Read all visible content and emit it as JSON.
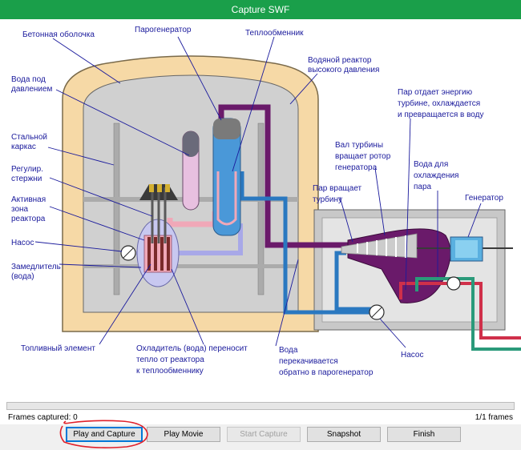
{
  "window": {
    "title": "Capture SWF"
  },
  "diagram": {
    "labels": {
      "concrete_shell": "Бетонная оболочка",
      "steam_generator": "Парогенератор",
      "heat_exchanger": "Теплообменник",
      "pwr_line1": "Водяной реактор",
      "pwr_line2": "высокого давления",
      "pressurized_water_line1": "Вода под",
      "pressurized_water_line2": "давлением",
      "steam_gives_line1": "Пар отдает энергию",
      "steam_gives_line2": "турбине, охлаждается",
      "steam_gives_line3": "и превращается в воду",
      "steel_frame_line1": "Стальной",
      "steel_frame_line2": "каркас",
      "turbine_shaft_line1": "Вал турбины",
      "turbine_shaft_line2": "вращает ротор",
      "turbine_shaft_line3": "генератора",
      "control_rods_line1": "Регулир.",
      "control_rods_line2": "стержни",
      "cooling_water_line1": "Вода для",
      "cooling_water_line2": "охлаждения",
      "cooling_water_line3": "пара",
      "steam_rotates_line1": "Пар вращает",
      "steam_rotates_line2": "турбину",
      "generator": "Генератор",
      "active_zone_line1": "Активная",
      "active_zone_line2": "зона",
      "active_zone_line3": "реактора",
      "pump_left": "Насос",
      "moderator_line1": "Замедлитель",
      "moderator_line2": "(вода)",
      "fuel_element": "Топливный элемент",
      "coolant_line1": "Охладитель (вода) переносит",
      "coolant_line2": "тепло от реактора",
      "coolant_line3": "к теплообменнику",
      "water_pumped_line1": "Вода",
      "water_pumped_line2": "перекачивается",
      "water_pumped_line3": "обратно в парогенератор",
      "pump_right": "Насос"
    }
  },
  "status": {
    "frames_captured": "Frames captured: 0",
    "frames_total": "1/1 frames"
  },
  "buttons": {
    "play_capture": "Play and Capture",
    "play_movie": "Play Movie",
    "start_capture": "Start Capture",
    "snapshot": "Snapshot",
    "finish": "Finish"
  }
}
